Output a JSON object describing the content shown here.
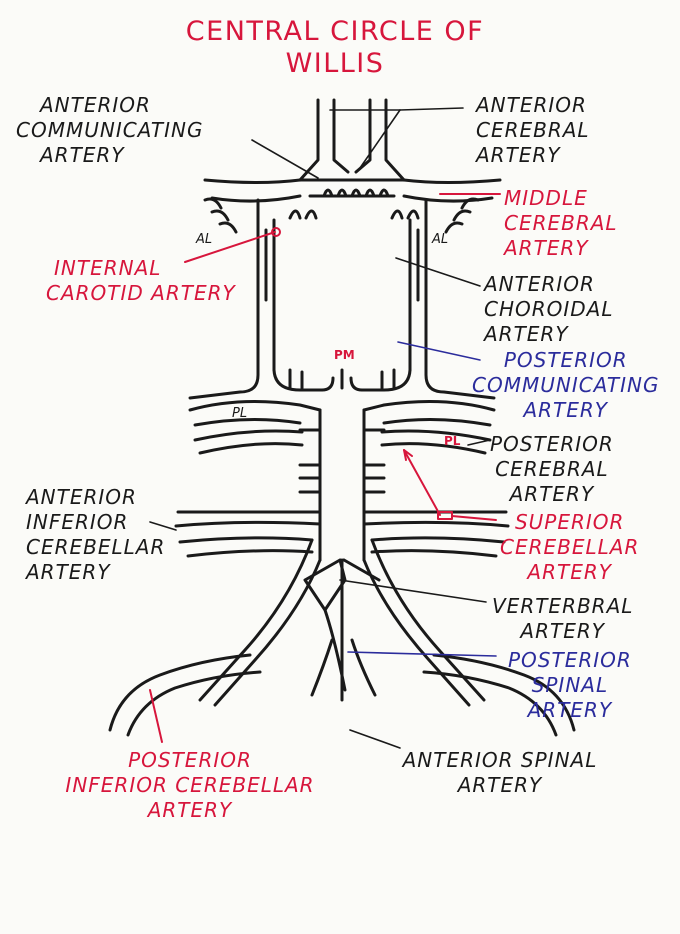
{
  "colors": {
    "ink": "#1a1a1a",
    "red": "#d7163c",
    "blue": "#2b2c9c"
  },
  "title": [
    "CENTRAL CIRCLE OF",
    "WILLIS"
  ],
  "labels": {
    "anterior_communicating": [
      "ANTERIOR",
      "COMMUNICATING",
      "ARTERY"
    ],
    "anterior_cerebral": [
      "ANTERIOR",
      "CEREBRAL",
      "ARTERY"
    ],
    "middle_cerebral": [
      "MIDDLE",
      "CEREBRAL",
      "ARTERY"
    ],
    "internal_carotid": [
      "INTERNAL",
      "CAROTID ARTERY"
    ],
    "anterior_choroidal": [
      "ANTERIOR",
      "CHOROIDAL",
      "ARTERY"
    ],
    "posterior_communicating": [
      "POSTERIOR",
      "COMMUNICATING",
      "ARTERY"
    ],
    "posterior_cerebral": [
      "POSTERIOR",
      "CEREBRAL",
      "ARTERY"
    ],
    "anterior_inferior_cerebellar": [
      "ANTERIOR",
      "INFERIOR",
      "CEREBELLAR",
      "ARTERY"
    ],
    "superior_cerebellar": [
      "SUPERIOR",
      "CEREBELLAR",
      "ARTERY"
    ],
    "vertebral": [
      "VERTERBRAL",
      "ARTERY"
    ],
    "posterior_spinal": [
      "POSTERIOR",
      "SPINAL",
      "ARTERY"
    ],
    "posterior_inferior_cerebellar": [
      "POSTERIOR",
      "INFERIOR CEREBELLAR",
      "ARTERY"
    ],
    "anterior_spinal": [
      "ANTERIOR SPINAL",
      "ARTERY"
    ]
  },
  "branch_marks": {
    "al_left": "AL",
    "al_right": "AL",
    "pm": "PM",
    "pl_left": "PL",
    "pl_right": "PL"
  }
}
